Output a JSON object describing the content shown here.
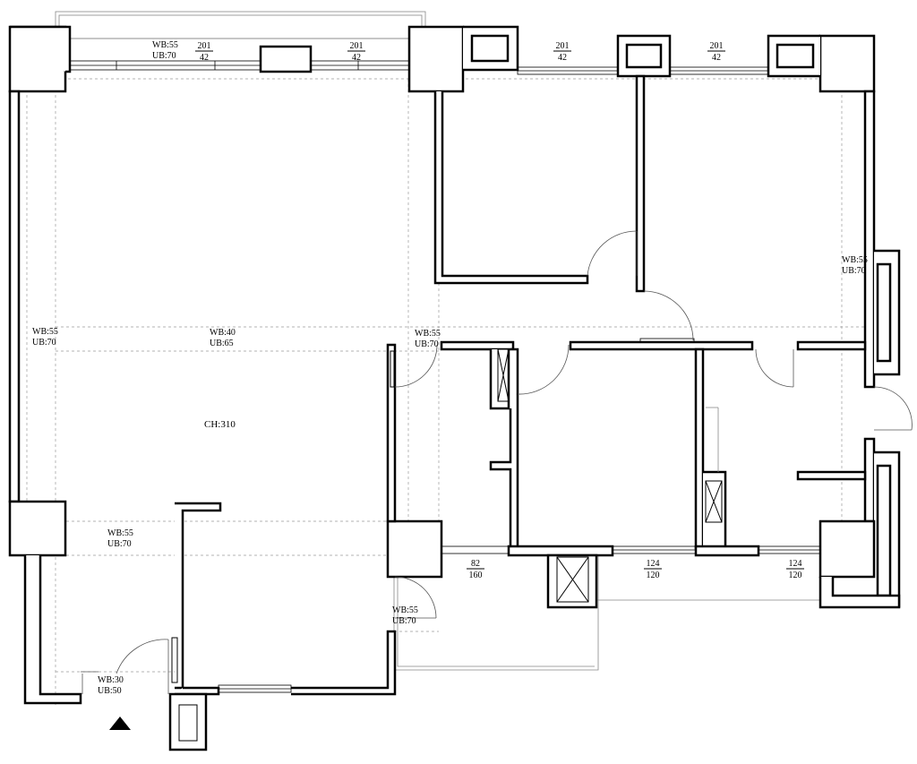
{
  "plan": {
    "ceiling_height": "CH:310",
    "entrance_marker": "triangle-marker",
    "beam_labels": [
      {
        "wb": "WB:55",
        "ub": "UB:70"
      },
      {
        "wb": "WB:55",
        "ub": "UB:70"
      },
      {
        "wb": "WB:40",
        "ub": "UB:65"
      },
      {
        "wb": "WB:55",
        "ub": "UB:70"
      },
      {
        "wb": "WB:55",
        "ub": "UB:70"
      },
      {
        "wb": "WB:55",
        "ub": "UB:70"
      },
      {
        "wb": "WB:55",
        "ub": "UB:70"
      },
      {
        "wb": "WB:30",
        "ub": "UB:50"
      }
    ],
    "window_labels": [
      {
        "width": "201",
        "height": "42"
      },
      {
        "width": "201",
        "height": "42"
      },
      {
        "width": "201",
        "height": "42"
      },
      {
        "width": "201",
        "height": "42"
      },
      {
        "width": "82",
        "height": "160"
      },
      {
        "width": "124",
        "height": "120"
      },
      {
        "width": "124",
        "height": "120"
      }
    ]
  }
}
